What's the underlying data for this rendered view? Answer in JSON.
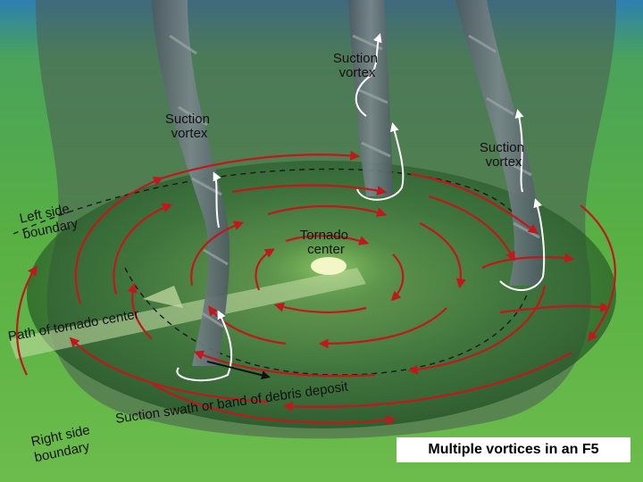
{
  "labels": {
    "suction_vortex_top": [
      "Suction",
      "vortex"
    ],
    "suction_vortex_left": [
      "Suction",
      "vortex"
    ],
    "suction_vortex_right": [
      "Suction",
      "vortex"
    ],
    "tornado_center": [
      "Tornado",
      "center"
    ],
    "left_side_boundary": [
      "Left side",
      "boundary"
    ],
    "right_side_boundary": [
      "Right side",
      "boundary"
    ],
    "path_of_tornado_center": "Path of tornado center",
    "suction_swath": "Suction swath or band of debris deposit"
  },
  "caption": "Multiple vortices in an F5",
  "colors": {
    "grass": "#4fa83a",
    "funnel": "#5f6b70",
    "arrow_red": "#c0181c",
    "path_band": "#c9dfa8",
    "sky": "#3e7fbf"
  }
}
